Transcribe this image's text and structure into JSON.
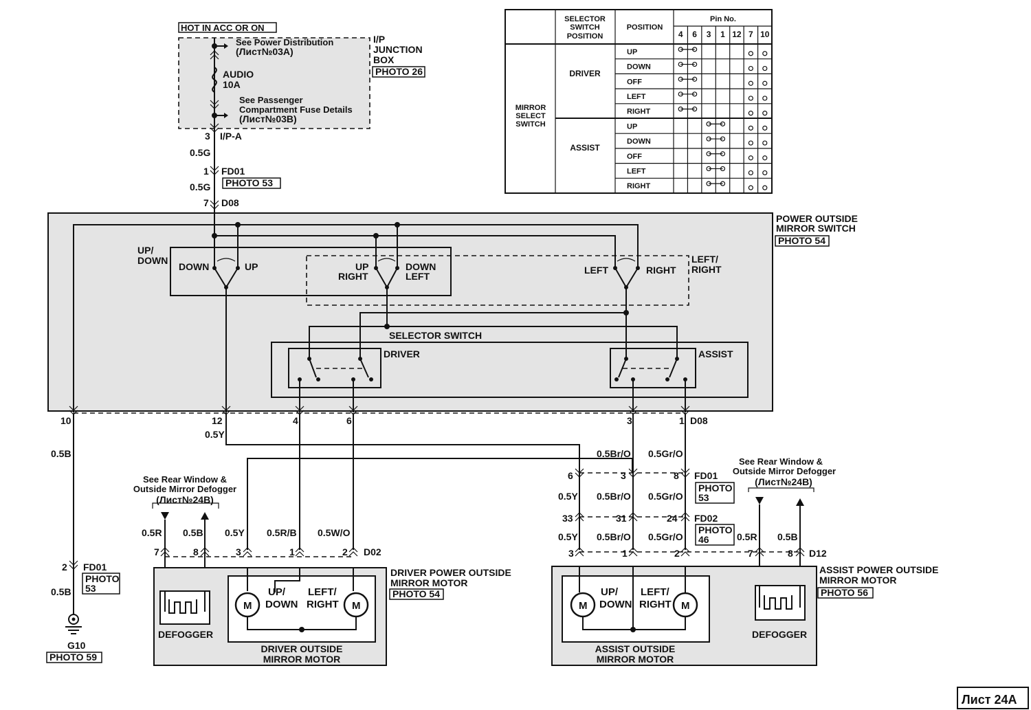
{
  "fuse_block": {
    "hot_label": "HOT IN ACC OR ON",
    "see_power_1": "See Power Distribution",
    "see_power_2": "(Лист№03А)",
    "fuse_name": "AUDIO",
    "fuse_rating": "10A",
    "see_pass_1": "See Passenger",
    "see_pass_2": "Compartment Fuse Details",
    "see_pass_3": "(Лист№03В)",
    "jbox_1": "I/P",
    "jbox_2": "JUNCTION",
    "jbox_3": "BOX",
    "jbox_photo": "PHOTO 26"
  },
  "top_wire": {
    "pin_ipa": "3",
    "conn_ipa": "I/P-A",
    "wire1": "0.5G",
    "pin_fd01": "1",
    "conn_fd01": "FD01",
    "photo_fd01": "PHOTO 53",
    "wire2": "0.5G",
    "pin_d08": "7",
    "conn_d08": "D08"
  },
  "pin_table": {
    "h_selector_1": "SELECTOR",
    "h_selector_2": "SWITCH",
    "h_selector_3": "POSITION",
    "h_position": "POSITION",
    "h_pin": "Pin No.",
    "pins": [
      "4",
      "6",
      "3",
      "1",
      "12",
      "7",
      "10"
    ],
    "group_1": "MIRROR",
    "group_2": "SELECT",
    "group_3": "SWITCH",
    "driver": "DRIVER",
    "assist": "ASSIST",
    "positions": [
      "UP",
      "DOWN",
      "OFF",
      "LEFT",
      "RIGHT",
      "UP",
      "DOWN",
      "OFF",
      "LEFT",
      "RIGHT"
    ]
  },
  "mirror_switch": {
    "title_1": "POWER OUTSIDE",
    "title_2": "MIRROR SWITCH",
    "photo": "PHOTO 54",
    "updown_1": "UP/",
    "updown_2": "DOWN",
    "down": "DOWN",
    "up": "UP",
    "up_right_1": "UP",
    "up_right_2": "RIGHT",
    "down_left_1": "DOWN",
    "down_left_2": "LEFT",
    "left": "LEFT",
    "right": "RIGHT",
    "lr_1": "LEFT/",
    "lr_2": "RIGHT",
    "selector": "SELECTOR SWITCH",
    "driver": "DRIVER",
    "assist": "ASSIST"
  },
  "switch_pins": {
    "p10": "10",
    "p12": "12",
    "p4": "4",
    "p6": "6",
    "p3": "3",
    "p1": "1",
    "conn": "D08"
  },
  "left_wiring": {
    "w_05b_top": "0.5B",
    "w_05y": "0.5Y",
    "fd01_pin": "2",
    "fd01": "FD01",
    "fd01_photo_1": "PHOTO",
    "fd01_photo_2": "53",
    "w_05b_bottom": "0.5B",
    "ground": "G10",
    "ground_photo": "PHOTO 59",
    "see_rear_1": "See  Rear Window &",
    "see_rear_2": "Outside Mirror Defogger",
    "see_rear_3": "(Лист№24В)",
    "w_r": "0.5R",
    "w_b": "0.5B",
    "w_y": "0.5Y",
    "w_rb": "0.5R/B",
    "w_wo": "0.5W/O",
    "pin7": "7",
    "pin8": "8",
    "pin3": "3",
    "pin1": "1",
    "pin2": "2",
    "conn": "D02"
  },
  "driver_motor": {
    "title_1": "DRIVER POWER OUTSIDE",
    "title_2": "MIRROR MOTOR",
    "photo": "PHOTO 54",
    "defogger": "DEFOGGER",
    "m": "M",
    "updown_1": "UP/",
    "updown_2": "DOWN",
    "lr_1": "LEFT/",
    "lr_2": "RIGHT",
    "outside_1": "DRIVER OUTSIDE",
    "outside_2": "MIRROR MOTOR"
  },
  "right_wiring": {
    "w_brO": "0.5Br/O",
    "w_grO": "0.5Gr/O",
    "pin6": "6",
    "pin3": "3",
    "pin8": "8",
    "fd01": "FD01",
    "fd01_photo_1": "PHOTO",
    "fd01_photo_2": "53",
    "w_y": "0.5Y",
    "pin33": "33",
    "pin31": "31",
    "pin24": "24",
    "fd02": "FD02",
    "fd02_photo_1": "PHOTO",
    "fd02_photo_2": "46",
    "see_rear_1": "See  Rear Window &",
    "see_rear_2": "Outside Mirror Defogger",
    "see_rear_3": "(Лист№24В)",
    "w_r": "0.5R",
    "w_b": "0.5B",
    "p3": "3",
    "p1": "1",
    "p2": "2",
    "p7": "7",
    "p8": "8",
    "conn": "D12"
  },
  "assist_motor": {
    "title_1": "ASSIST POWER OUTSIDE",
    "title_2": "MIRROR  MOTOR",
    "photo": "PHOTO 56",
    "defogger": "DEFOGGER",
    "m": "M",
    "updown_1": "UP/",
    "updown_2": "DOWN",
    "lr_1": "LEFT/",
    "lr_2": "RIGHT",
    "outside_1": "ASSIST OUTSIDE",
    "outside_2": "MIRROR MOTOR"
  },
  "sheet_label": "Лист 24A"
}
